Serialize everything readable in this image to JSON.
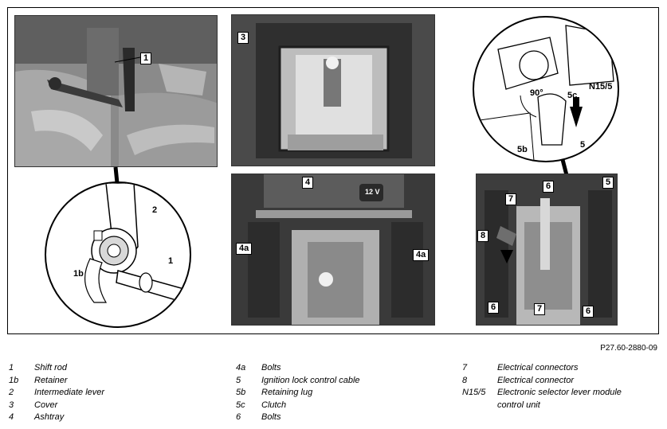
{
  "figure": {
    "reference": "P27.60-2880-09",
    "callouts": {
      "c1a": "1",
      "c3": "3",
      "c4": "4",
      "c4a_left": "4a",
      "c4a_right": "4a",
      "c2": "2",
      "c1b": "1b",
      "c1b_rod": "1",
      "c5_photo": "5",
      "c6_top": "6",
      "c7_top": "7",
      "c8": "8",
      "c6_bl": "6",
      "c7_b": "7",
      "c6_br": "6",
      "d_90": "90°",
      "d_5c": "5c",
      "d_N155": "N15/5",
      "d_5b": "5b",
      "d_5": "5"
    },
    "badge_12v": "12 V"
  },
  "legend": {
    "col1": [
      {
        "num": "1",
        "text": "Shift rod"
      },
      {
        "num": "1b",
        "text": "Retainer"
      },
      {
        "num": "2",
        "text": "Intermediate lever"
      },
      {
        "num": "3",
        "text": "Cover"
      },
      {
        "num": "4",
        "text": "Ashtray"
      }
    ],
    "col2": [
      {
        "num": "4a",
        "text": "Bolts"
      },
      {
        "num": "5",
        "text": "Ignition lock control cable"
      },
      {
        "num": "5b",
        "text": "Retaining lug"
      },
      {
        "num": "5c",
        "text": "Clutch"
      },
      {
        "num": "6",
        "text": "Bolts"
      }
    ],
    "col3": [
      {
        "num": "7",
        "text": "Electrical connectors"
      },
      {
        "num": "8",
        "text": "Electrical connector"
      },
      {
        "num": "N15/5",
        "text": "Electronic selector lever module"
      },
      {
        "num": "",
        "text": "control unit"
      }
    ]
  }
}
